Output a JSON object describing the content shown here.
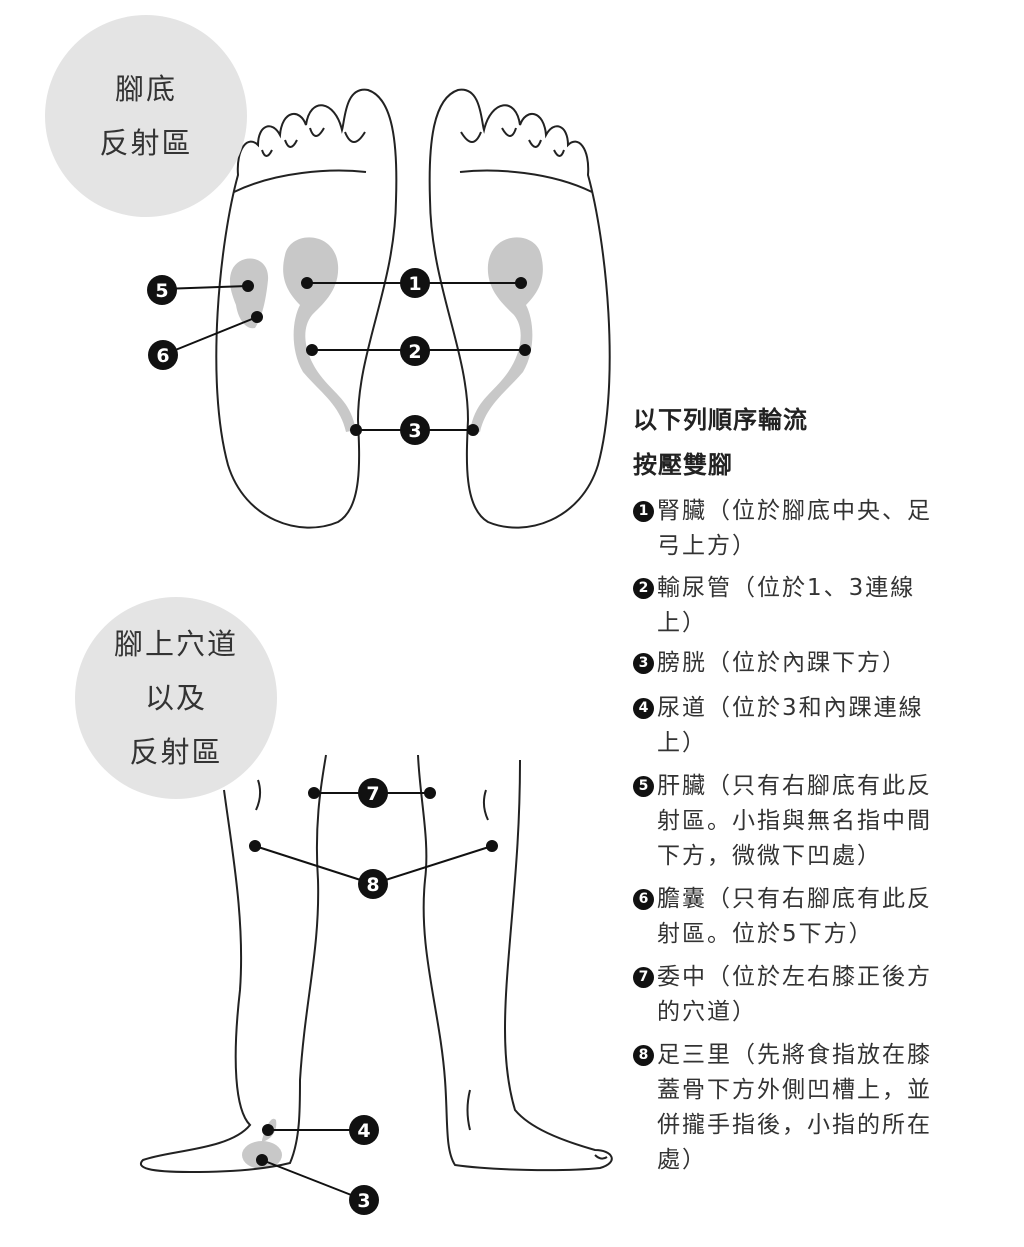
{
  "sole_label": [
    "腳底",
    "反射區"
  ],
  "leg_label": [
    "腳上穴道",
    "以及",
    "反射區"
  ],
  "heading": [
    "以下列順序輪流",
    "按壓雙腳"
  ],
  "markers": [
    "1",
    "2",
    "3",
    "4",
    "5",
    "6",
    "7",
    "8"
  ],
  "items": [
    {
      "num": "1",
      "lines": [
        "腎臟（位於腳底中央、足",
        "弓上方）"
      ]
    },
    {
      "num": "2",
      "lines": [
        "輸尿管（位於1、3連線",
        "上）"
      ]
    },
    {
      "num": "3",
      "lines": [
        "膀胱（位於內踝下方）"
      ]
    },
    {
      "num": "4",
      "lines": [
        "尿道（位於3和內踝連線",
        "上）"
      ]
    },
    {
      "num": "5",
      "lines": [
        "肝臟（只有右腳底有此反",
        "射區。小指與無名指中間",
        "下方，微微下凹處）"
      ]
    },
    {
      "num": "6",
      "lines": [
        "膽囊（只有右腳底有此反",
        "射區。位於5下方）"
      ]
    },
    {
      "num": "7",
      "lines": [
        "委中（位於左右膝正後方",
        "的穴道）"
      ]
    },
    {
      "num": "8",
      "lines": [
        "足三里（先將食指放在膝",
        "蓋骨下方外側凹槽上，並",
        "併攏手指後，小指的所在",
        "處）"
      ]
    }
  ],
  "colors": {
    "region": "#c8c8c8",
    "bubble": "#e4e4e4",
    "marker": "#111111"
  }
}
